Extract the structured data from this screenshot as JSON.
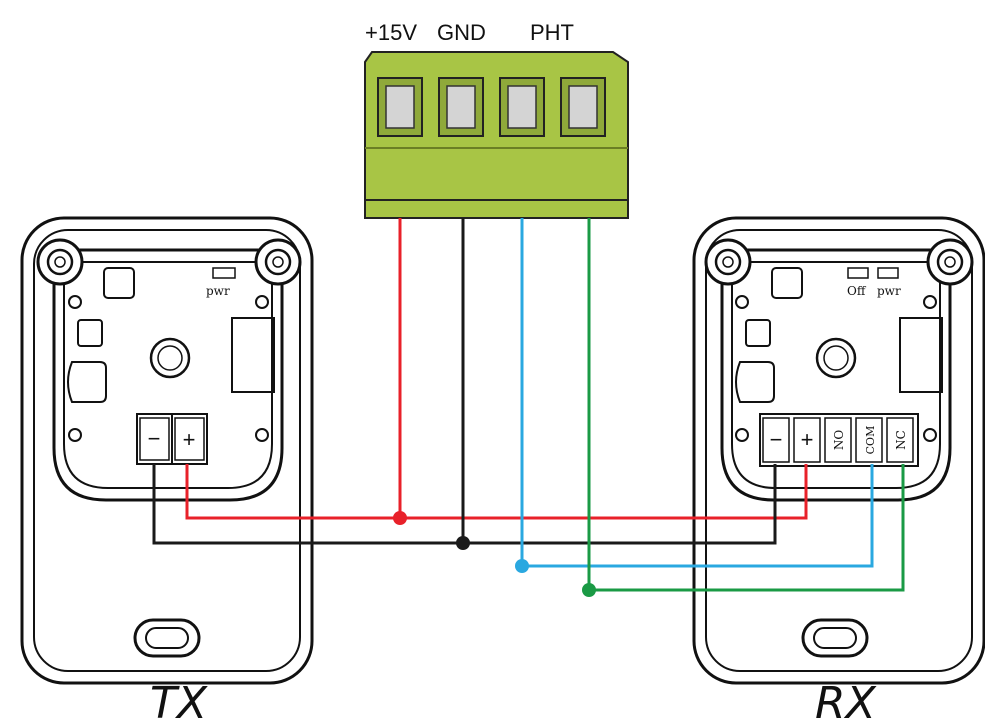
{
  "connector": {
    "labels": [
      "+15V",
      "GND",
      "PHT"
    ],
    "color": "#a8c545"
  },
  "tx": {
    "title": "TX",
    "led_label": "pwr",
    "terminals": [
      "−",
      "+"
    ]
  },
  "rx": {
    "title": "RX",
    "led_labels": [
      "Off",
      "pwr"
    ],
    "terminals": [
      "−",
      "+",
      "NO",
      "COM",
      "NC"
    ]
  },
  "wires": {
    "power_color": "#e8212a",
    "ground_color": "#1a1a1a",
    "pht_color": "#2aa8e0",
    "relay_color": "#1a9a45"
  }
}
